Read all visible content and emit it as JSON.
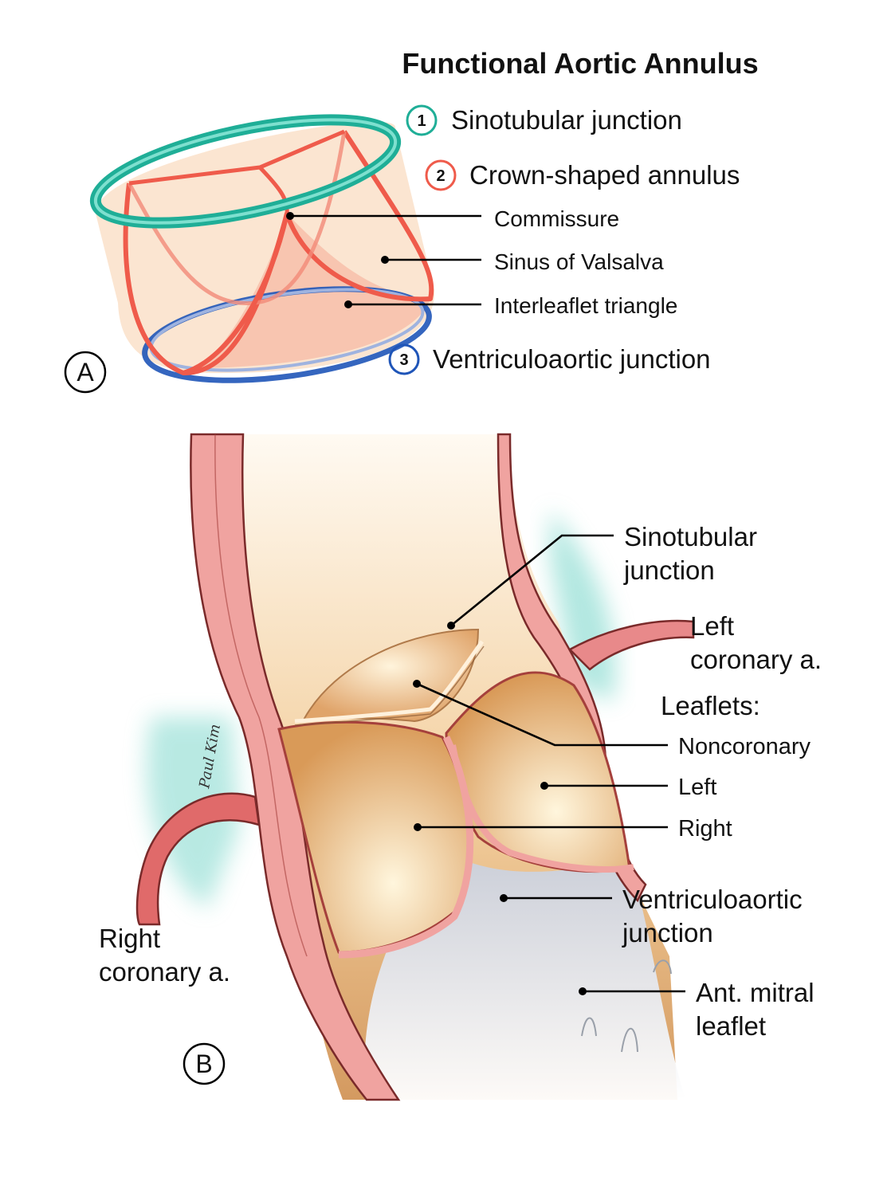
{
  "title": "Functional Aortic Annulus",
  "colors": {
    "stj": "#1fae97",
    "crown": "#ef5b4b",
    "vaj": "#1f55b8",
    "wall": "#f0a3a0",
    "glow": "#7fd8cc"
  },
  "legend": [
    {
      "num": "1",
      "label": "Sinotubular junction",
      "color": "#1fae97"
    },
    {
      "num": "2",
      "label": "Crown-shaped annulus",
      "color": "#ef5b4b"
    },
    {
      "num": "3",
      "label": "Ventriculoaortic junction",
      "color": "#1f55b8"
    }
  ],
  "panel_a": {
    "letter": "A",
    "labels": [
      "Commissure",
      "Sinus of Valsalva",
      "Interleaflet triangle"
    ]
  },
  "panel_b": {
    "letter": "B",
    "signature": "Paul Kim",
    "labels": {
      "stj_line1": "Sinotubular",
      "stj_line2": "junction",
      "lca_line1": "Left",
      "lca_line2": "coronary a.",
      "leaflets_heading": "Leaflets:",
      "noncoronary": "Noncoronary",
      "left": "Left",
      "right": "Right",
      "vaj_line1": "Ventriculoaortic",
      "vaj_line2": "junction",
      "rca_line1": "Right",
      "rca_line2": "coronary a.",
      "aml_line1": "Ant. mitral",
      "aml_line2": "leaflet"
    }
  }
}
